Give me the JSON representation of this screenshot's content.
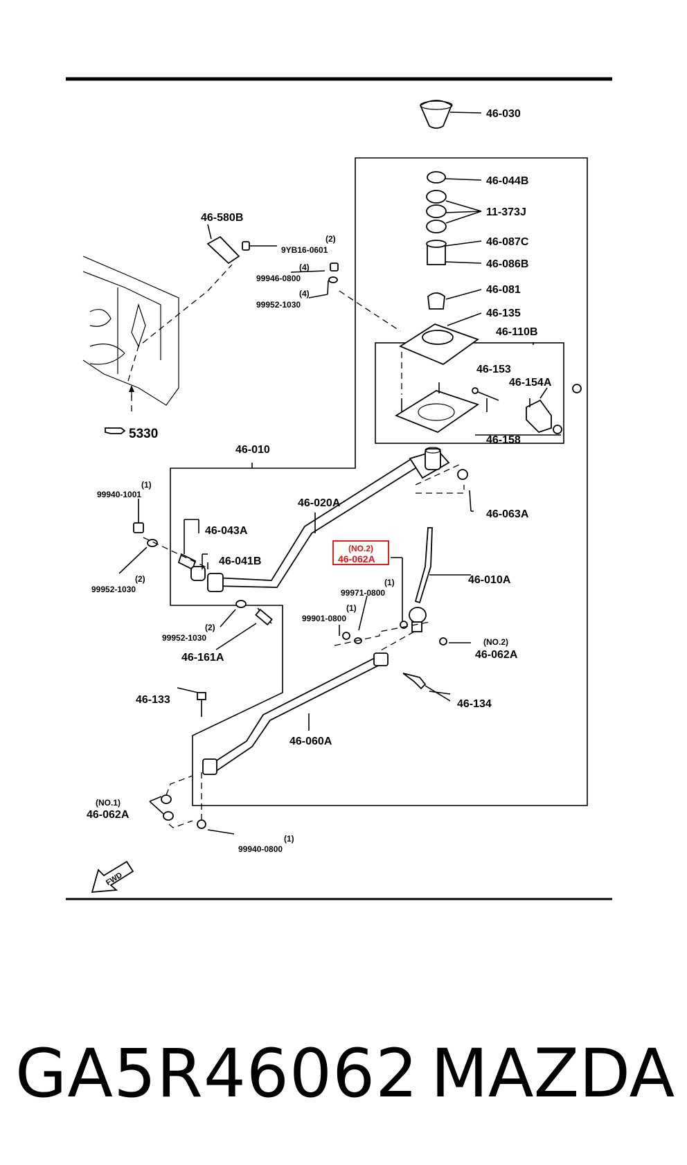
{
  "diagram": {
    "labels": {
      "p46030": "46-030",
      "p46044b": "46-044B",
      "p11373j": "11-373J",
      "p46087c": "46-087C",
      "p46086b": "46-086B",
      "p46081": "46-081",
      "p46135": "46-135",
      "p46110b": "46-110B",
      "p46153": "46-153",
      "p46154a": "46-154A",
      "p46158": "46-158",
      "p46580b": "46-580B",
      "q9yb16": "(2)",
      "p9yb16": "9YB16-0601",
      "q99946": "(4)",
      "p99946": "99946-0800",
      "q99952top": "(4)",
      "p99952top": "99952-1030",
      "p5330": "5330",
      "p46010": "46-010",
      "q99940a": "(1)",
      "p99940a": "99940-1001",
      "p46020a": "46-020A",
      "p46063a": "46-063A",
      "p46043a": "46-043A",
      "p46041b": "46-041B",
      "q99952mid": "(2)",
      "p99952mid": "99952-1030",
      "hl_no2": "(NO.2)",
      "hl_part": "46-062A",
      "p46010a": "46-010A",
      "q99971": "(1)",
      "p99971": "99971-0800",
      "q99901": "(1)",
      "p99901": "99901-0800",
      "q99952low": "(2)",
      "p99952low": "99952-1030",
      "p46161a": "46-161A",
      "no2_right": "(NO.2)",
      "p46062a_right": "46-062A",
      "p46133": "46-133",
      "p46134": "46-134",
      "p46060a": "46-060A",
      "no1_left": "(NO.1)",
      "p46062a_left": "46-062A",
      "q99940b": "(1)",
      "p99940b": "99940-0800",
      "fwd": "FWD"
    },
    "highlight_color": "#e02020"
  },
  "footer": {
    "part_number": "GA5R46062",
    "brand": "MAZDA"
  }
}
